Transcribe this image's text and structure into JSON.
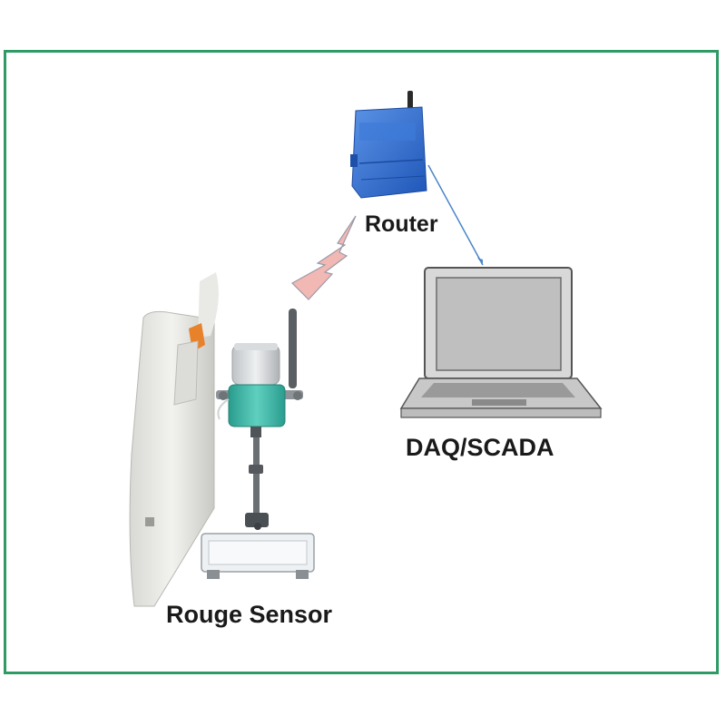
{
  "labels": {
    "router": "Router",
    "daq": "DAQ/SCADA",
    "sensor": "Rouge Sensor"
  },
  "colors": {
    "frame_border": "#2e9a64",
    "router_body": "#2f6fd0",
    "wireless_signal": "#f2b8b3",
    "link_line": "#4a86c8",
    "sensor_head_teal": "#3fb8a8"
  },
  "icons": [
    "router-icon",
    "laptop-icon",
    "wireless-signal-icon",
    "rouge-sensor-icon",
    "vessel-icon"
  ]
}
